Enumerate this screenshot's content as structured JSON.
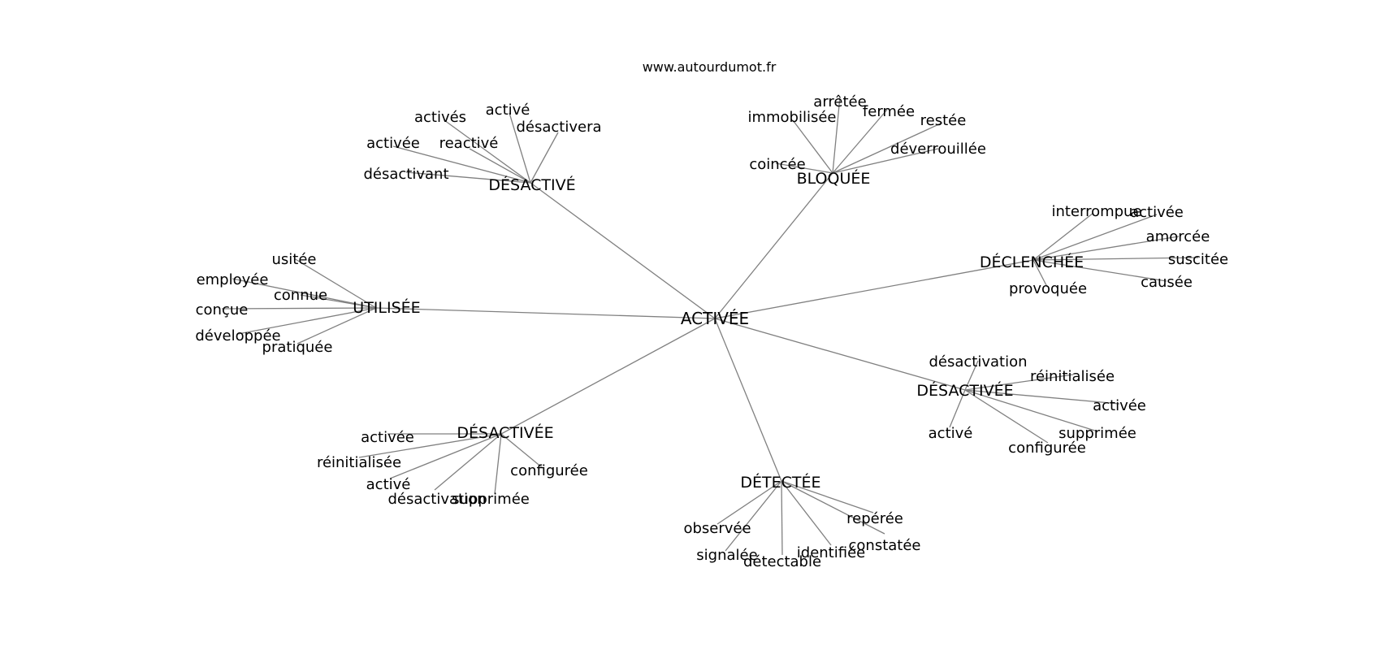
{
  "site": "www.autourdumot.fr",
  "root": "ACTIVÉE",
  "groups": [
    {
      "id": "desactive",
      "label": "DÉSACTIVÉ",
      "leaves": [
        "activés",
        "activé",
        "désactivera",
        "activée",
        "reactivé",
        "désactivant"
      ]
    },
    {
      "id": "bloquee",
      "label": "BLOQUÉE",
      "leaves": [
        "immobilisée",
        "arrêtée",
        "fermée",
        "restée",
        "déverrouillée",
        "coincée"
      ]
    },
    {
      "id": "declenchee",
      "label": "DÉCLENCHÉE",
      "leaves": [
        "interrompue",
        "activée",
        "amorcée",
        "suscitée",
        "causée",
        "provoquée"
      ]
    },
    {
      "id": "utilisee",
      "label": "UTILISÉE",
      "leaves": [
        "usitée",
        "employée",
        "connue",
        "conçue",
        "développée",
        "pratiquée"
      ]
    },
    {
      "id": "desactivee-right",
      "label": "DÉSACTIVÉE",
      "leaves": [
        "désactivation",
        "réinitialisée",
        "activée",
        "activé",
        "supprimée",
        "configurée"
      ]
    },
    {
      "id": "desactivee-left",
      "label": "DÉSACTIVÉE",
      "leaves": [
        "activée",
        "réinitialisée",
        "activé",
        "désactivation",
        "supprimée",
        "configurée"
      ]
    },
    {
      "id": "detectee",
      "label": "DÉTECTÉE",
      "leaves": [
        "observée",
        "signalée",
        "détectable",
        "identifiée",
        "constatée",
        "repérée"
      ]
    }
  ]
}
